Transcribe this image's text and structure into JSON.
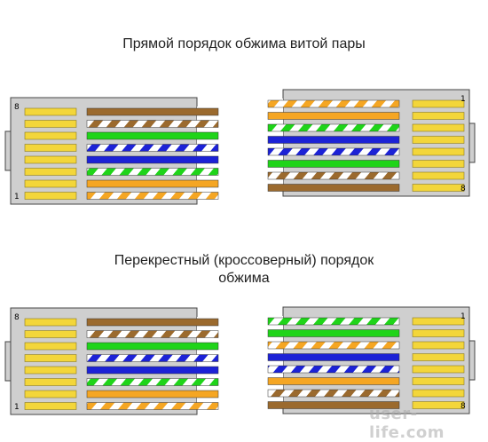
{
  "titles": {
    "straight": "Прямой порядок обжима витой пары",
    "cross_line1": "Перекрестный (кроссоверный) порядок",
    "cross_line2": "обжима"
  },
  "pin_labels": {
    "one": "1",
    "eight": "8"
  },
  "watermark": "user-life.com",
  "colors": {
    "brown": "#9b6a2e",
    "green": "#1fd419",
    "blue": "#1c22d6",
    "orange": "#f5a623",
    "stripe": "#ffffff",
    "pin_gold": "#f3d63a",
    "housing": "#cfcfcf"
  },
  "wire_orders": {
    "straight_left": [
      "brown",
      "brown-white",
      "green",
      "blue-white",
      "blue",
      "green-white",
      "orange",
      "orange-white"
    ],
    "straight_right": [
      "orange-white",
      "orange",
      "green-white",
      "blue",
      "blue-white",
      "green",
      "brown-white",
      "brown"
    ],
    "cross_left": [
      "brown",
      "brown-white",
      "green",
      "blue-white",
      "blue",
      "green-white",
      "orange",
      "orange-white"
    ],
    "cross_right": [
      "green-white",
      "green",
      "orange-white",
      "blue",
      "blue-white",
      "orange",
      "brown-white",
      "brown"
    ]
  }
}
